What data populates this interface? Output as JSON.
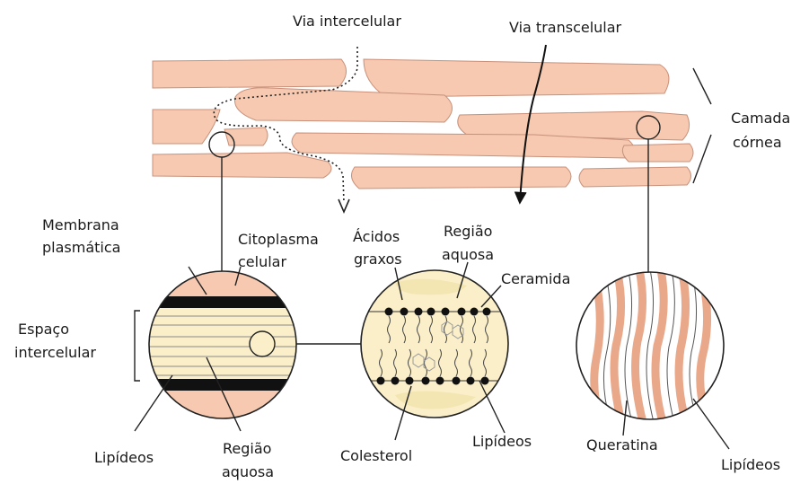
{
  "labels": {
    "via_intercelular": "Via intercelular",
    "via_transcelular": "Via transcelular",
    "camada_line1": "Camada",
    "camada_line2": "córnea",
    "membrana_line1": "Membrana",
    "membrana_line2": "plasmática",
    "citoplasma_line1": "Citoplasma",
    "citoplasma_line2": "celular",
    "espaco_line1": "Espaço",
    "espaco_line2": "intercelular",
    "acidos_line1": "Ácidos",
    "acidos_line2": "graxos",
    "regiao_aquosa_top_line1": "Região",
    "regiao_aquosa_top_line2": "aquosa",
    "ceramida": "Ceramida",
    "lipideos_left": "Lipídeos",
    "regiao_aquosa_bottom_line1": "Região",
    "regiao_aquosa_bottom_line2": "aquosa",
    "colesterol": "Colesterol",
    "lipideos_mid": "Lipídeos",
    "queratina": "Queratina",
    "lipideos_right": "Lipídeos"
  },
  "colors": {
    "cell_fill": "#f6c9b0",
    "aqueous_fill": "#fbefc9",
    "lipid_band": "#111111"
  }
}
